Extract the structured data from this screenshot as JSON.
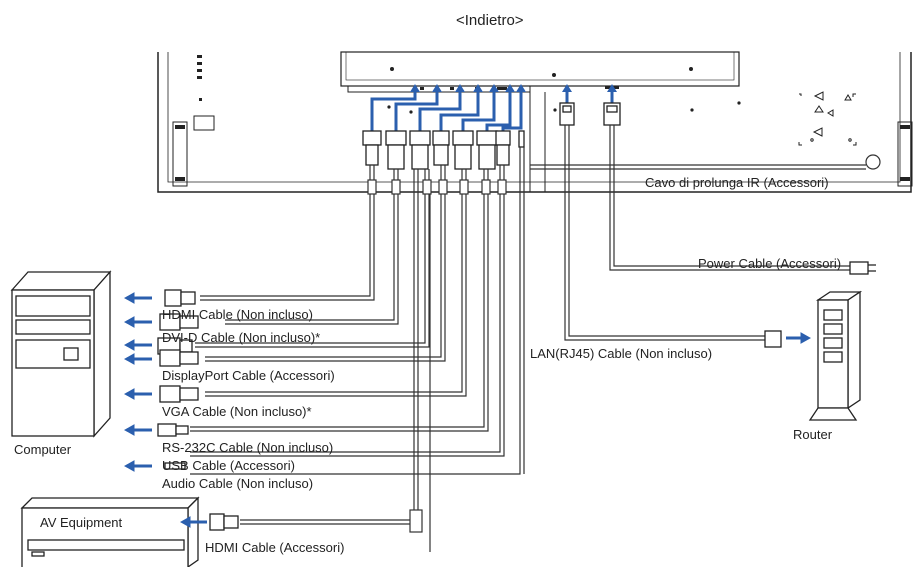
{
  "title": "<Indietro>",
  "accent_color": "#2b5fae",
  "monitor_labels": {
    "ir_cable": "Cavo di prolunga IR (Accessori)",
    "power_cable": "Power Cable (Accessori)",
    "lan_cable": "LAN(RJ45) Cable (Non incluso)"
  },
  "devices": {
    "computer": "Computer",
    "router": "Router",
    "av_equipment": "AV Equipment"
  },
  "computer_cables": [
    {
      "label": "HDMI Cable (Non incluso)",
      "icon": "hdmi-plug-icon"
    },
    {
      "label": "DVI-D Cable (Non incluso)*",
      "icon": "dvi-plug-icon"
    },
    {
      "label": "DisplayPort Cable (Accessori)",
      "icon": "displayport-plug-icon"
    },
    {
      "label": "VGA Cable (Non incluso)*",
      "icon": "vga-plug-icon"
    },
    {
      "label": "RS-232C Cable (Non incluso)",
      "icon": "rs232c-plug-icon"
    },
    {
      "label": "USB Cable (Accessori)",
      "icon": "usb-plug-icon"
    },
    {
      "label": "Audio Cable (Non incluso)",
      "icon": "audio-plug-icon"
    }
  ],
  "av_cable": {
    "label": "HDMI Cable (Accessori)",
    "icon": "hdmi-plug-icon"
  }
}
